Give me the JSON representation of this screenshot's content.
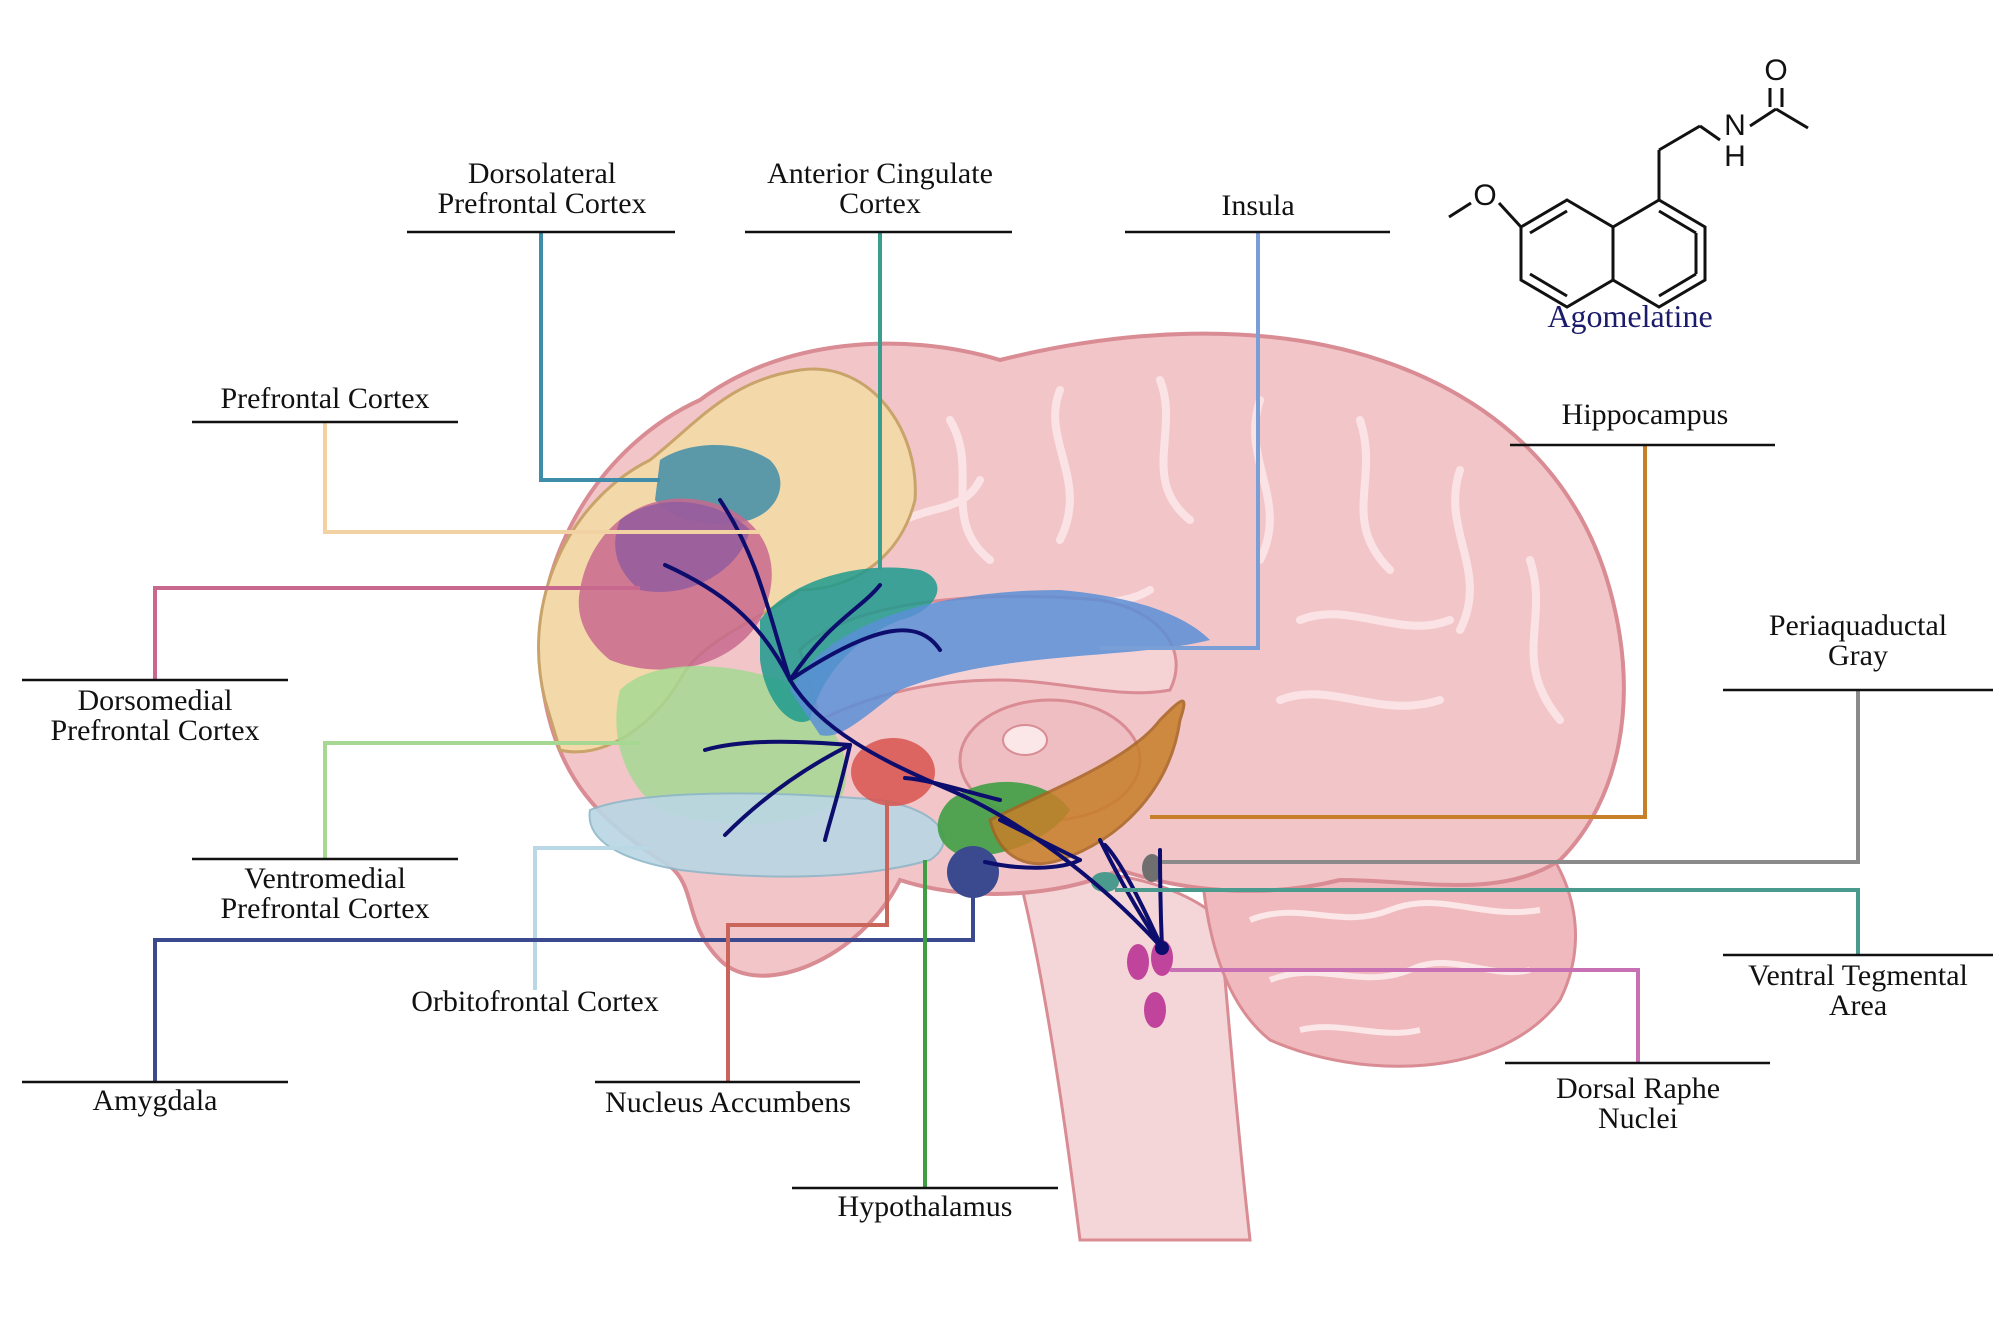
{
  "drug": {
    "name": "Agomelatine",
    "name_color": "#1b1b6b",
    "atoms": {
      "oxygen_methoxy": "O",
      "oxygen_carbonyl": "O",
      "nitrogen": "N",
      "hydrogen": "H"
    }
  },
  "colors": {
    "projection": "#0d0d6e",
    "brain_fill": "#f2c6c9",
    "brain_stroke": "#d98c93"
  },
  "labels": {
    "dlpfc": {
      "lines": [
        "Dorsolateral",
        "Prefrontal Cortex"
      ],
      "color": "#3f8da8"
    },
    "acc": {
      "lines": [
        "Anterior Cingulate",
        "Cortex"
      ],
      "color": "#3a9e8e"
    },
    "insula": {
      "lines": [
        "Insula"
      ],
      "color": "#7a9fd6"
    },
    "pfc": {
      "lines": [
        "Prefrontal Cortex"
      ],
      "color": "#f2d2a2"
    },
    "hippocampus": {
      "lines": [
        "Hippocampus"
      ],
      "color": "#c87f2a"
    },
    "dmpfc": {
      "lines": [
        "Dorsomedial",
        "Prefrontal Cortex"
      ],
      "color": "#c8688e"
    },
    "pag": {
      "lines": [
        "Periaquaductal",
        "Gray"
      ],
      "color": "#8a8a8a"
    },
    "vmpfc": {
      "lines": [
        "Ventromedial",
        "Prefrontal Cortex"
      ],
      "color": "#a6d893"
    },
    "ofc": {
      "lines": [
        "Orbitofrontal Cortex"
      ],
      "color": "#b9d7e4"
    },
    "vta": {
      "lines": [
        "Ventral Tegmental",
        "Area"
      ],
      "color": "#4b9a8e"
    },
    "amygdala": {
      "lines": [
        "Amygdala"
      ],
      "color": "#3b4a8e"
    },
    "nacc": {
      "lines": [
        "Nucleus Accumbens"
      ],
      "color": "#c9655a"
    },
    "drn": {
      "lines": [
        "Dorsal Raphe",
        "Nuclei"
      ],
      "color": "#c870b4"
    },
    "hypothalamus": {
      "lines": [
        "Hypothalamus"
      ],
      "color": "#3f9e44"
    }
  }
}
